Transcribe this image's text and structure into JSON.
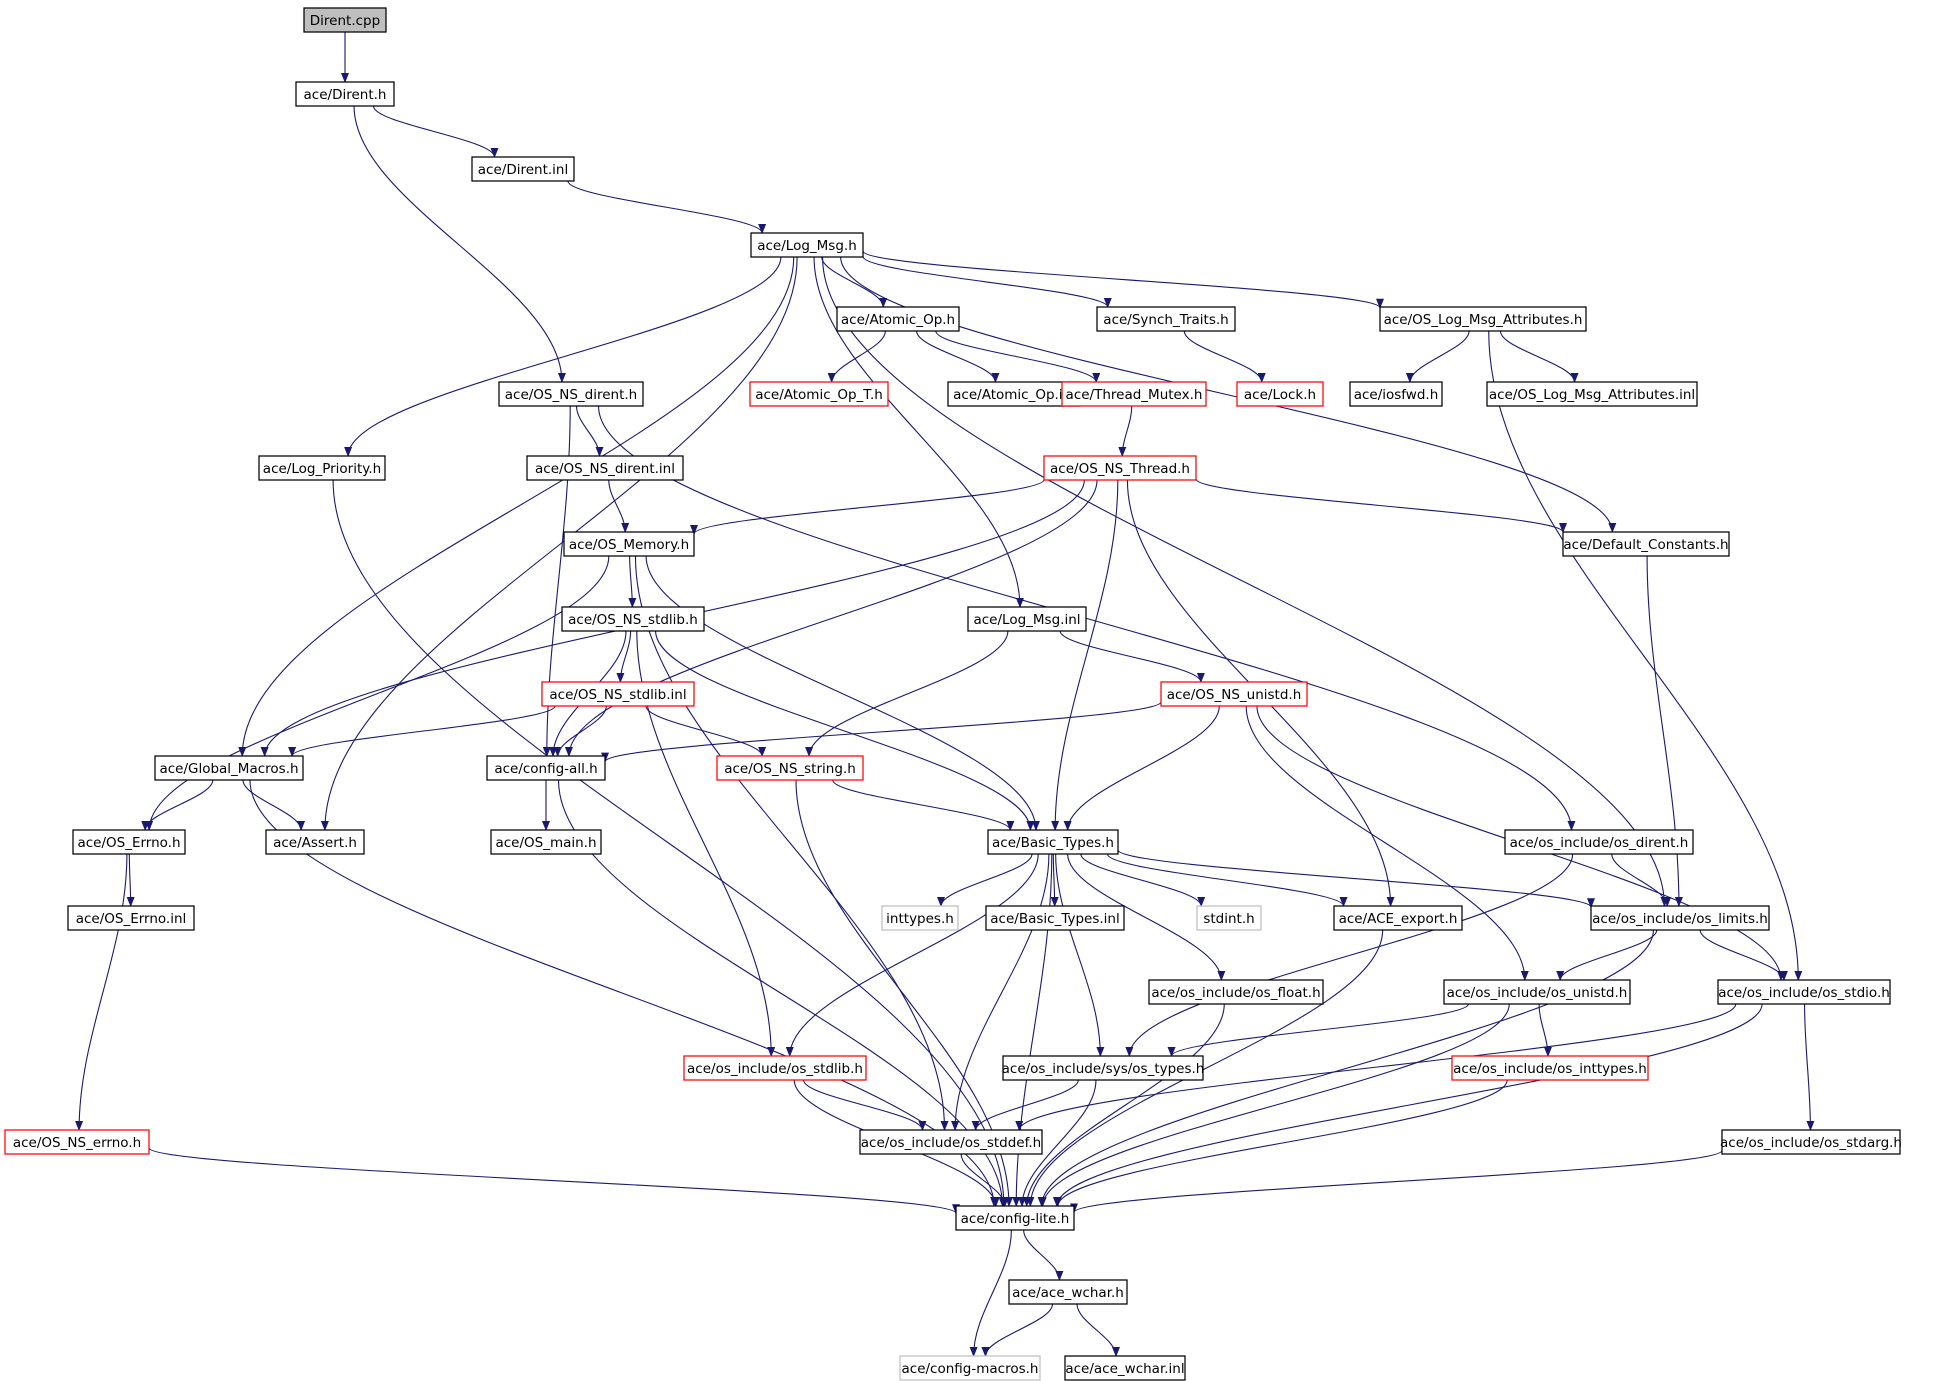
{
  "colors": {
    "edge": "#191970",
    "normal_border": "#000000",
    "truncated_border": "#ff0000",
    "external_border": "#bfbfbf",
    "root_fill": "#bfbfbf",
    "node_fill": "#ffffff"
  },
  "nodes": [
    {
      "id": "dirent_cpp",
      "label": "Dirent.cpp",
      "kind": "root"
    },
    {
      "id": "dirent_h",
      "label": "ace/Dirent.h",
      "kind": "normal"
    },
    {
      "id": "dirent_inl",
      "label": "ace/Dirent.inl",
      "kind": "normal"
    },
    {
      "id": "log_msg_h",
      "label": "ace/Log_Msg.h",
      "kind": "normal"
    },
    {
      "id": "atomic_op_h",
      "label": "ace/Atomic_Op.h",
      "kind": "normal"
    },
    {
      "id": "synch_traits_h",
      "label": "ace/Synch_Traits.h",
      "kind": "normal"
    },
    {
      "id": "os_log_msg_attr_h",
      "label": "ace/OS_Log_Msg_Attributes.h",
      "kind": "normal"
    },
    {
      "id": "os_ns_dirent_h",
      "label": "ace/OS_NS_dirent.h",
      "kind": "normal"
    },
    {
      "id": "atomic_op_t_h",
      "label": "ace/Atomic_Op_T.h",
      "kind": "truncated"
    },
    {
      "id": "atomic_op_inl",
      "label": "ace/Atomic_Op.inl",
      "kind": "normal"
    },
    {
      "id": "thread_mutex_h",
      "label": "ace/Thread_Mutex.h",
      "kind": "truncated"
    },
    {
      "id": "lock_h",
      "label": "ace/Lock.h",
      "kind": "truncated"
    },
    {
      "id": "iosfwd_h",
      "label": "ace/iosfwd.h",
      "kind": "normal"
    },
    {
      "id": "os_log_msg_attr_inl",
      "label": "ace/OS_Log_Msg_Attributes.inl",
      "kind": "normal"
    },
    {
      "id": "log_priority_h",
      "label": "ace/Log_Priority.h",
      "kind": "normal"
    },
    {
      "id": "os_ns_dirent_inl",
      "label": "ace/OS_NS_dirent.inl",
      "kind": "normal"
    },
    {
      "id": "os_ns_thread_h",
      "label": "ace/OS_NS_Thread.h",
      "kind": "truncated"
    },
    {
      "id": "os_memory_h",
      "label": "ace/OS_Memory.h",
      "kind": "normal"
    },
    {
      "id": "default_constants_h",
      "label": "ace/Default_Constants.h",
      "kind": "normal"
    },
    {
      "id": "os_ns_stdlib_h",
      "label": "ace/OS_NS_stdlib.h",
      "kind": "normal"
    },
    {
      "id": "log_msg_inl",
      "label": "ace/Log_Msg.inl",
      "kind": "normal"
    },
    {
      "id": "os_ns_stdlib_inl",
      "label": "ace/OS_NS_stdlib.inl",
      "kind": "truncated"
    },
    {
      "id": "os_ns_unistd_h",
      "label": "ace/OS_NS_unistd.h",
      "kind": "truncated"
    },
    {
      "id": "global_macros_h",
      "label": "ace/Global_Macros.h",
      "kind": "normal"
    },
    {
      "id": "config_all_h",
      "label": "ace/config-all.h",
      "kind": "normal"
    },
    {
      "id": "os_ns_string_h",
      "label": "ace/OS_NS_string.h",
      "kind": "truncated"
    },
    {
      "id": "os_errno_h",
      "label": "ace/OS_Errno.h",
      "kind": "normal"
    },
    {
      "id": "assert_h",
      "label": "ace/Assert.h",
      "kind": "normal"
    },
    {
      "id": "os_main_h",
      "label": "ace/OS_main.h",
      "kind": "normal"
    },
    {
      "id": "basic_types_h",
      "label": "ace/Basic_Types.h",
      "kind": "normal"
    },
    {
      "id": "os_dirent_h",
      "label": "ace/os_include/os_dirent.h",
      "kind": "normal"
    },
    {
      "id": "os_errno_inl",
      "label": "ace/OS_Errno.inl",
      "kind": "normal"
    },
    {
      "id": "inttypes_h",
      "label": "inttypes.h",
      "kind": "external"
    },
    {
      "id": "basic_types_inl",
      "label": "ace/Basic_Types.inl",
      "kind": "normal"
    },
    {
      "id": "stdint_h",
      "label": "stdint.h",
      "kind": "external"
    },
    {
      "id": "ace_export_h",
      "label": "ace/ACE_export.h",
      "kind": "normal"
    },
    {
      "id": "os_limits_h",
      "label": "ace/os_include/os_limits.h",
      "kind": "normal"
    },
    {
      "id": "os_float_h",
      "label": "ace/os_include/os_float.h",
      "kind": "normal"
    },
    {
      "id": "os_unistd_h",
      "label": "ace/os_include/os_unistd.h",
      "kind": "normal"
    },
    {
      "id": "os_stdio_h",
      "label": "ace/os_include/os_stdio.h",
      "kind": "normal"
    },
    {
      "id": "os_stdlib_h",
      "label": "ace/os_include/os_stdlib.h",
      "kind": "truncated"
    },
    {
      "id": "sys_os_types_h",
      "label": "ace/os_include/sys/os_types.h",
      "kind": "normal"
    },
    {
      "id": "os_inttypes_h",
      "label": "ace/os_include/os_inttypes.h",
      "kind": "truncated"
    },
    {
      "id": "os_ns_errno_h",
      "label": "ace/OS_NS_errno.h",
      "kind": "truncated"
    },
    {
      "id": "os_stddef_h",
      "label": "ace/os_include/os_stddef.h",
      "kind": "normal"
    },
    {
      "id": "os_stdarg_h",
      "label": "ace/os_include/os_stdarg.h",
      "kind": "normal"
    },
    {
      "id": "config_lite_h",
      "label": "ace/config-lite.h",
      "kind": "normal"
    },
    {
      "id": "ace_wchar_h",
      "label": "ace/ace_wchar.h",
      "kind": "normal"
    },
    {
      "id": "config_macros_h",
      "label": "ace/config-macros.h",
      "kind": "external"
    },
    {
      "id": "ace_wchar_inl",
      "label": "ace/ace_wchar.inl",
      "kind": "normal"
    }
  ],
  "edges": [
    [
      "dirent_cpp",
      "dirent_h"
    ],
    [
      "dirent_h",
      "dirent_inl"
    ],
    [
      "dirent_h",
      "os_ns_dirent_h"
    ],
    [
      "dirent_inl",
      "log_msg_h"
    ],
    [
      "log_msg_h",
      "atomic_op_h"
    ],
    [
      "log_msg_h",
      "synch_traits_h"
    ],
    [
      "log_msg_h",
      "os_log_msg_attr_h"
    ],
    [
      "log_msg_h",
      "log_priority_h"
    ],
    [
      "log_msg_h",
      "global_macros_h"
    ],
    [
      "log_msg_h",
      "assert_h"
    ],
    [
      "log_msg_h",
      "log_msg_inl"
    ],
    [
      "log_msg_h",
      "default_constants_h"
    ],
    [
      "log_msg_h",
      "os_limits_h"
    ],
    [
      "atomic_op_h",
      "atomic_op_t_h"
    ],
    [
      "atomic_op_h",
      "atomic_op_inl"
    ],
    [
      "atomic_op_h",
      "thread_mutex_h"
    ],
    [
      "synch_traits_h",
      "lock_h"
    ],
    [
      "os_log_msg_attr_h",
      "iosfwd_h"
    ],
    [
      "os_log_msg_attr_h",
      "os_log_msg_attr_inl"
    ],
    [
      "os_log_msg_attr_h",
      "os_stdio_h"
    ],
    [
      "thread_mutex_h",
      "os_ns_thread_h"
    ],
    [
      "os_ns_dirent_h",
      "os_ns_dirent_inl"
    ],
    [
      "os_ns_dirent_h",
      "config_all_h"
    ],
    [
      "os_ns_dirent_h",
      "os_dirent_h"
    ],
    [
      "os_ns_dirent_inl",
      "os_memory_h"
    ],
    [
      "os_ns_thread_h",
      "os_memory_h"
    ],
    [
      "os_ns_thread_h",
      "global_macros_h"
    ],
    [
      "os_ns_thread_h",
      "config_all_h"
    ],
    [
      "os_ns_thread_h",
      "basic_types_h"
    ],
    [
      "os_ns_thread_h",
      "ace_export_h"
    ],
    [
      "os_ns_thread_h",
      "default_constants_h"
    ],
    [
      "log_priority_h",
      "config_lite_h"
    ],
    [
      "os_memory_h",
      "os_ns_stdlib_h"
    ],
    [
      "os_memory_h",
      "os_errno_h"
    ],
    [
      "os_memory_h",
      "basic_types_h"
    ],
    [
      "os_memory_h",
      "os_stddef_h"
    ],
    [
      "default_constants_h",
      "os_limits_h"
    ],
    [
      "os_ns_stdlib_h",
      "os_ns_stdlib_inl"
    ],
    [
      "os_ns_stdlib_h",
      "config_all_h"
    ],
    [
      "os_ns_stdlib_h",
      "basic_types_h"
    ],
    [
      "os_ns_stdlib_h",
      "os_stdlib_h"
    ],
    [
      "log_msg_inl",
      "os_ns_unistd_h"
    ],
    [
      "log_msg_inl",
      "os_ns_string_h"
    ],
    [
      "os_ns_stdlib_inl",
      "global_macros_h"
    ],
    [
      "os_ns_stdlib_inl",
      "config_all_h"
    ],
    [
      "os_ns_stdlib_inl",
      "os_ns_string_h"
    ],
    [
      "os_ns_unistd_h",
      "config_all_h"
    ],
    [
      "os_ns_unistd_h",
      "basic_types_h"
    ],
    [
      "os_ns_unistd_h",
      "os_unistd_h"
    ],
    [
      "os_ns_unistd_h",
      "os_stdio_h"
    ],
    [
      "global_macros_h",
      "os_errno_h"
    ],
    [
      "global_macros_h",
      "assert_h"
    ],
    [
      "global_macros_h",
      "config_lite_h"
    ],
    [
      "config_all_h",
      "os_main_h"
    ],
    [
      "config_all_h",
      "config_lite_h"
    ],
    [
      "os_ns_string_h",
      "basic_types_h"
    ],
    [
      "os_ns_string_h",
      "config_lite_h"
    ],
    [
      "os_errno_h",
      "os_errno_inl"
    ],
    [
      "os_errno_h",
      "os_ns_errno_h"
    ],
    [
      "basic_types_h",
      "inttypes_h"
    ],
    [
      "basic_types_h",
      "basic_types_inl"
    ],
    [
      "basic_types_h",
      "stdint_h"
    ],
    [
      "basic_types_h",
      "ace_export_h"
    ],
    [
      "basic_types_h",
      "os_limits_h"
    ],
    [
      "basic_types_h",
      "os_float_h"
    ],
    [
      "basic_types_h",
      "sys_os_types_h"
    ],
    [
      "basic_types_h",
      "os_stdlib_h"
    ],
    [
      "basic_types_h",
      "os_stddef_h"
    ],
    [
      "basic_types_h",
      "config_lite_h"
    ],
    [
      "os_dirent_h",
      "os_limits_h"
    ],
    [
      "os_dirent_h",
      "sys_os_types_h"
    ],
    [
      "ace_export_h",
      "config_lite_h"
    ],
    [
      "os_limits_h",
      "os_unistd_h"
    ],
    [
      "os_limits_h",
      "os_stdio_h"
    ],
    [
      "os_limits_h",
      "config_lite_h"
    ],
    [
      "os_float_h",
      "config_lite_h"
    ],
    [
      "os_unistd_h",
      "sys_os_types_h"
    ],
    [
      "os_unistd_h",
      "os_inttypes_h"
    ],
    [
      "os_unistd_h",
      "config_lite_h"
    ],
    [
      "os_stdio_h",
      "os_stddef_h"
    ],
    [
      "os_stdio_h",
      "os_stdarg_h"
    ],
    [
      "os_stdio_h",
      "config_lite_h"
    ],
    [
      "os_stdlib_h",
      "os_stddef_h"
    ],
    [
      "os_stdlib_h",
      "config_lite_h"
    ],
    [
      "sys_os_types_h",
      "os_stddef_h"
    ],
    [
      "sys_os_types_h",
      "config_lite_h"
    ],
    [
      "os_inttypes_h",
      "config_lite_h"
    ],
    [
      "os_ns_errno_h",
      "config_lite_h"
    ],
    [
      "os_stddef_h",
      "config_lite_h"
    ],
    [
      "os_stdarg_h",
      "config_lite_h"
    ],
    [
      "config_lite_h",
      "ace_wchar_h"
    ],
    [
      "config_lite_h",
      "config_macros_h"
    ],
    [
      "ace_wchar_h",
      "config_macros_h"
    ],
    [
      "ace_wchar_h",
      "ace_wchar_inl"
    ]
  ]
}
